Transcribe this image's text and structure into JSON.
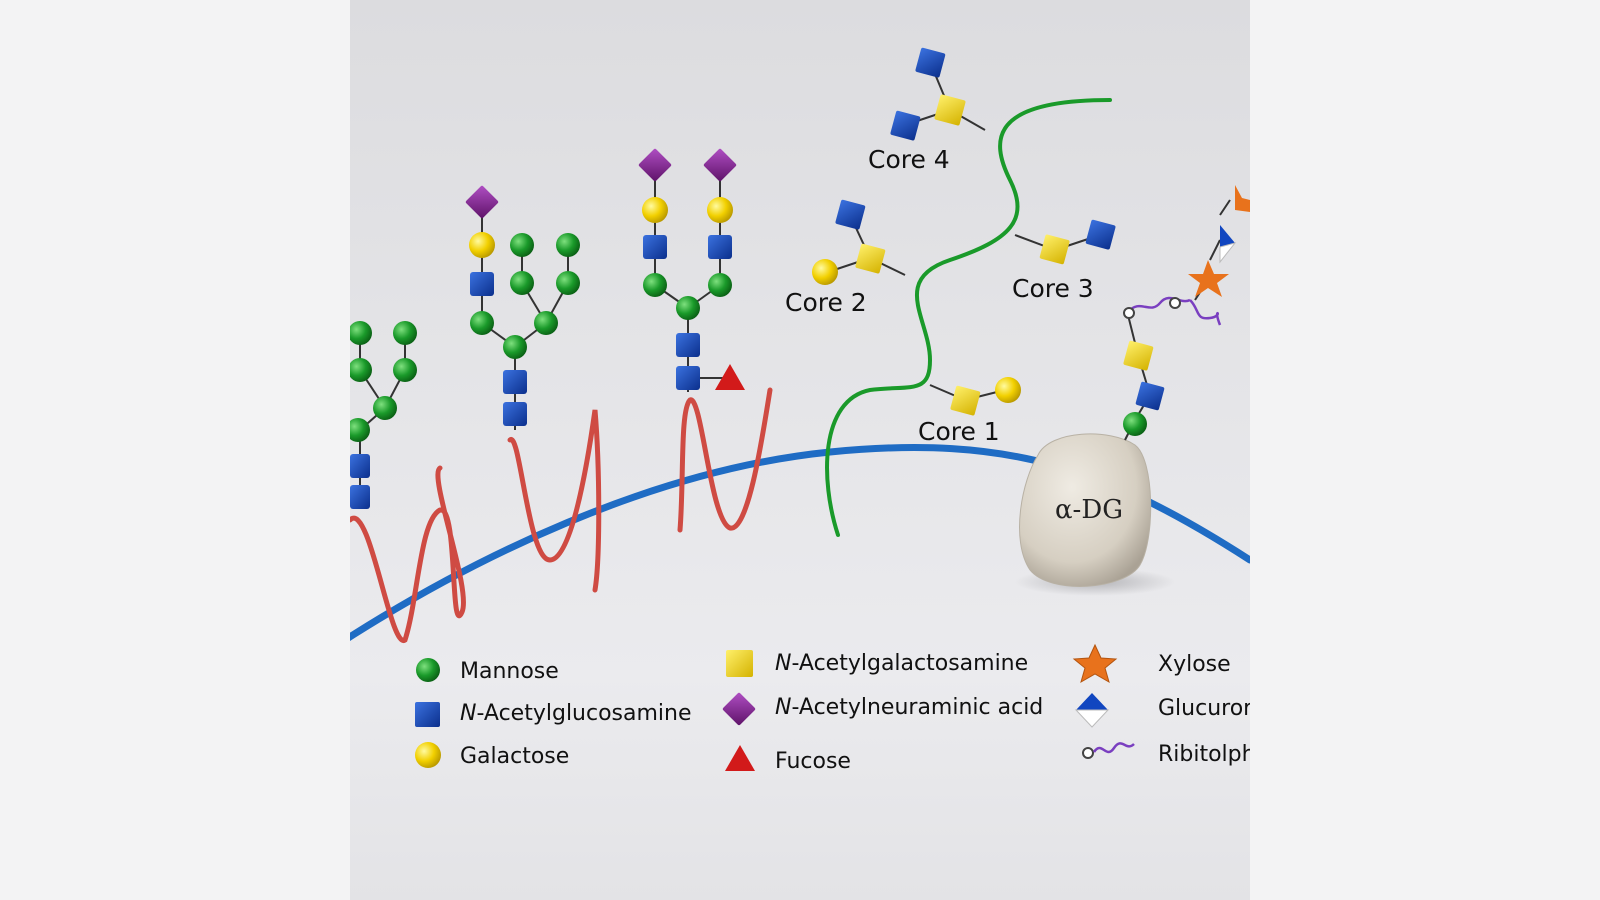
{
  "cores": {
    "core1": "Core 1",
    "core2": "Core 2",
    "core3": "Core 3",
    "core4": "Core 4"
  },
  "protein": {
    "label": "α-DG"
  },
  "legend": {
    "mannose": {
      "text": "Mannose",
      "icon": "green-circle",
      "color": "#1a9a2a"
    },
    "glcnac": {
      "prefix": "N",
      "text": "-Acetylglucosamine",
      "icon": "blue-square",
      "color": "#1146c0"
    },
    "galactose": {
      "text": "Galactose",
      "icon": "yellow-circle",
      "color": "#f2d000"
    },
    "galnac": {
      "prefix": "N",
      "text": "-Acetylgalactosamine",
      "icon": "yellow-square",
      "color": "#f2d000"
    },
    "neu5ac": {
      "prefix": "N",
      "text": "-Acetylneuraminic acid",
      "icon": "purple-diamond",
      "color": "#7f1f8e"
    },
    "fucose": {
      "text": "Fucose",
      "icon": "red-triangle",
      "color": "#d21a1a"
    },
    "xylose": {
      "text": "Xylose",
      "icon": "orange-star",
      "color": "#e8721c"
    },
    "glucuronic": {
      "text": "Glucuror",
      "icon": "blue-white-diamond",
      "color": "#1146c0"
    },
    "ribitol": {
      "text": "Ribitolph",
      "icon": "ribitol-phosphate-squiggle",
      "color": "#7a3fc0"
    }
  },
  "colors": {
    "membrane": "#1f6cc4",
    "protein_chain": "#cf4b43",
    "o_glycan_chain": "#1a9a2a",
    "alpha_dg_body": "#d8d2c6"
  }
}
